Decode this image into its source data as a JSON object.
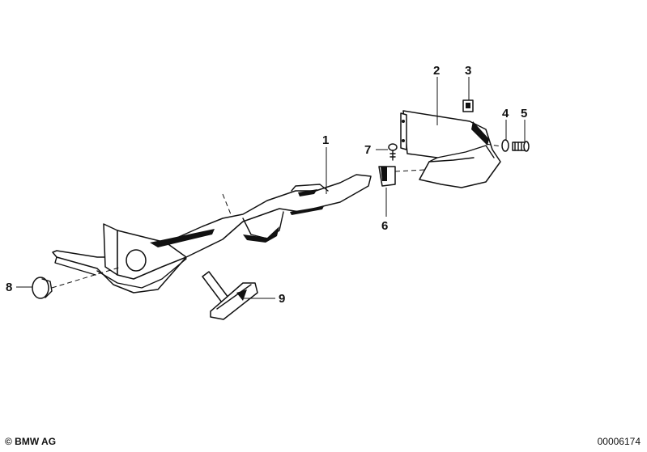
{
  "callouts": [
    {
      "id": "1",
      "label": "1"
    },
    {
      "id": "2",
      "label": "2"
    },
    {
      "id": "3",
      "label": "3"
    },
    {
      "id": "4",
      "label": "4"
    },
    {
      "id": "5",
      "label": "5"
    },
    {
      "id": "6",
      "label": "6"
    },
    {
      "id": "7",
      "label": "7"
    },
    {
      "id": "8",
      "label": "8"
    },
    {
      "id": "9",
      "label": "9"
    }
  ],
  "footer": {
    "copyright": "© BMW AG",
    "reference": "00006174"
  }
}
